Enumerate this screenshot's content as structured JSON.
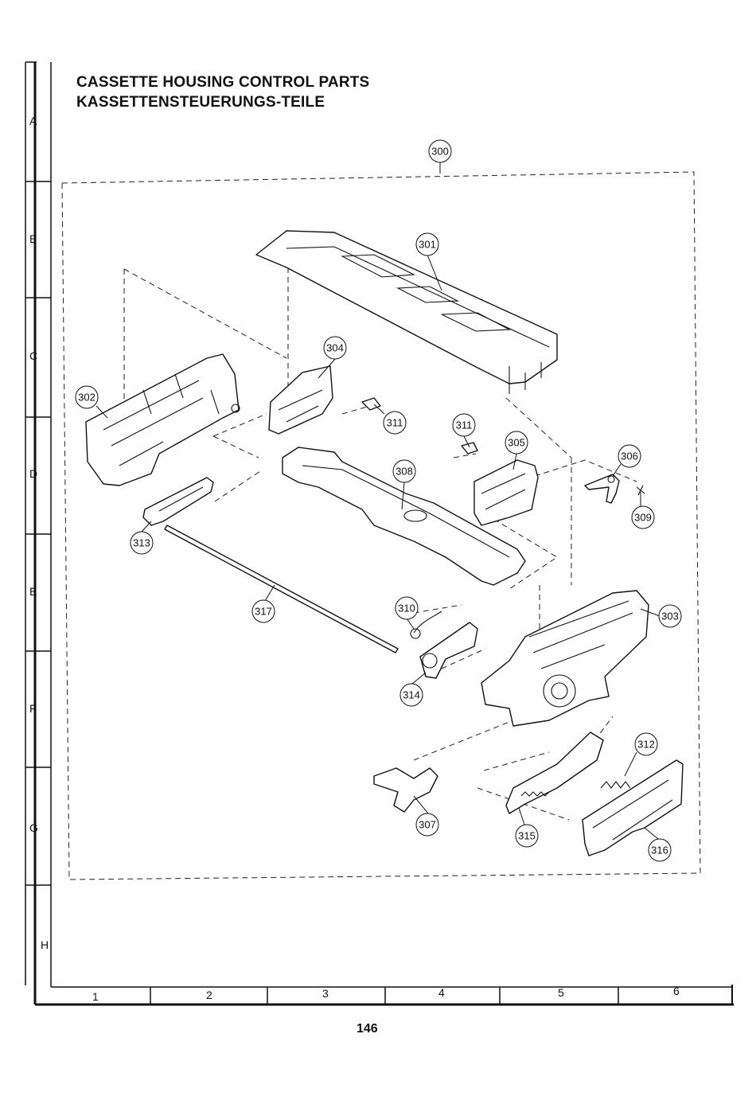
{
  "title": {
    "english": "CASSETTE HOUSING CONTROL PARTS",
    "german": "KASSETTENSTEUERUNGS-TEILE"
  },
  "grid": {
    "rows": [
      "A",
      "B",
      "C",
      "D",
      "E",
      "F",
      "G",
      "H"
    ],
    "columns": [
      "1",
      "2",
      "3",
      "4",
      "5",
      "6"
    ]
  },
  "callouts": [
    "300",
    "301",
    "302",
    "303",
    "304",
    "305",
    "306",
    "307",
    "308",
    "309",
    "310",
    "311",
    "311",
    "312",
    "313",
    "314",
    "315",
    "316",
    "317"
  ],
  "page_number": "146"
}
